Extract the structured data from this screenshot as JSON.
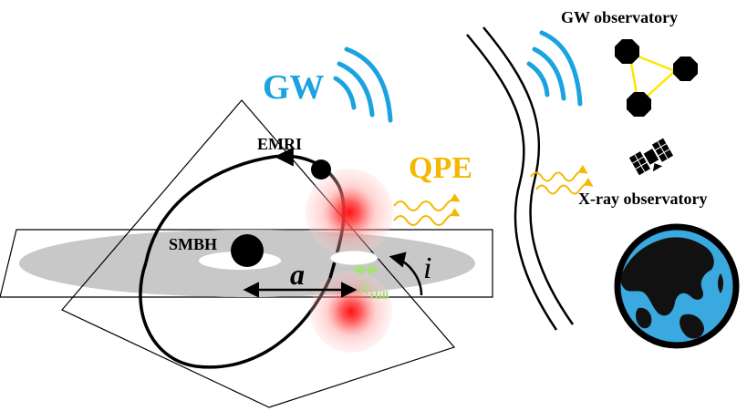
{
  "labels": {
    "gw": "GW",
    "qpe": "QPE",
    "emri": "EMRI",
    "smbh": "SMBH",
    "semi_major_axis": "a",
    "hill_radius_base": "R",
    "hill_radius_sub": "Hill",
    "inclination": "i",
    "gw_observatory": "GW observatory",
    "xray_observatory": "X-ray observatory"
  },
  "colors": {
    "gw": "#1aa3e0",
    "qpe": "#f5b800",
    "hill_radius": "#a8e07a",
    "disk": "#c8c8c8",
    "flare_core": "#ff1a1a",
    "detector_link": "#ffe600",
    "earth_ocean": "#3aa9e0",
    "earth_land": "#111111"
  },
  "icons": {
    "gw_waves": "gravitational-wave-arcs",
    "qpe_rays": "wavy-xray-arrows",
    "detector": "octagon-triangle-detector",
    "satellite": "satellite-icon",
    "earth": "earth-globe-icon",
    "spacetime": "curved-spacetime-lines"
  }
}
